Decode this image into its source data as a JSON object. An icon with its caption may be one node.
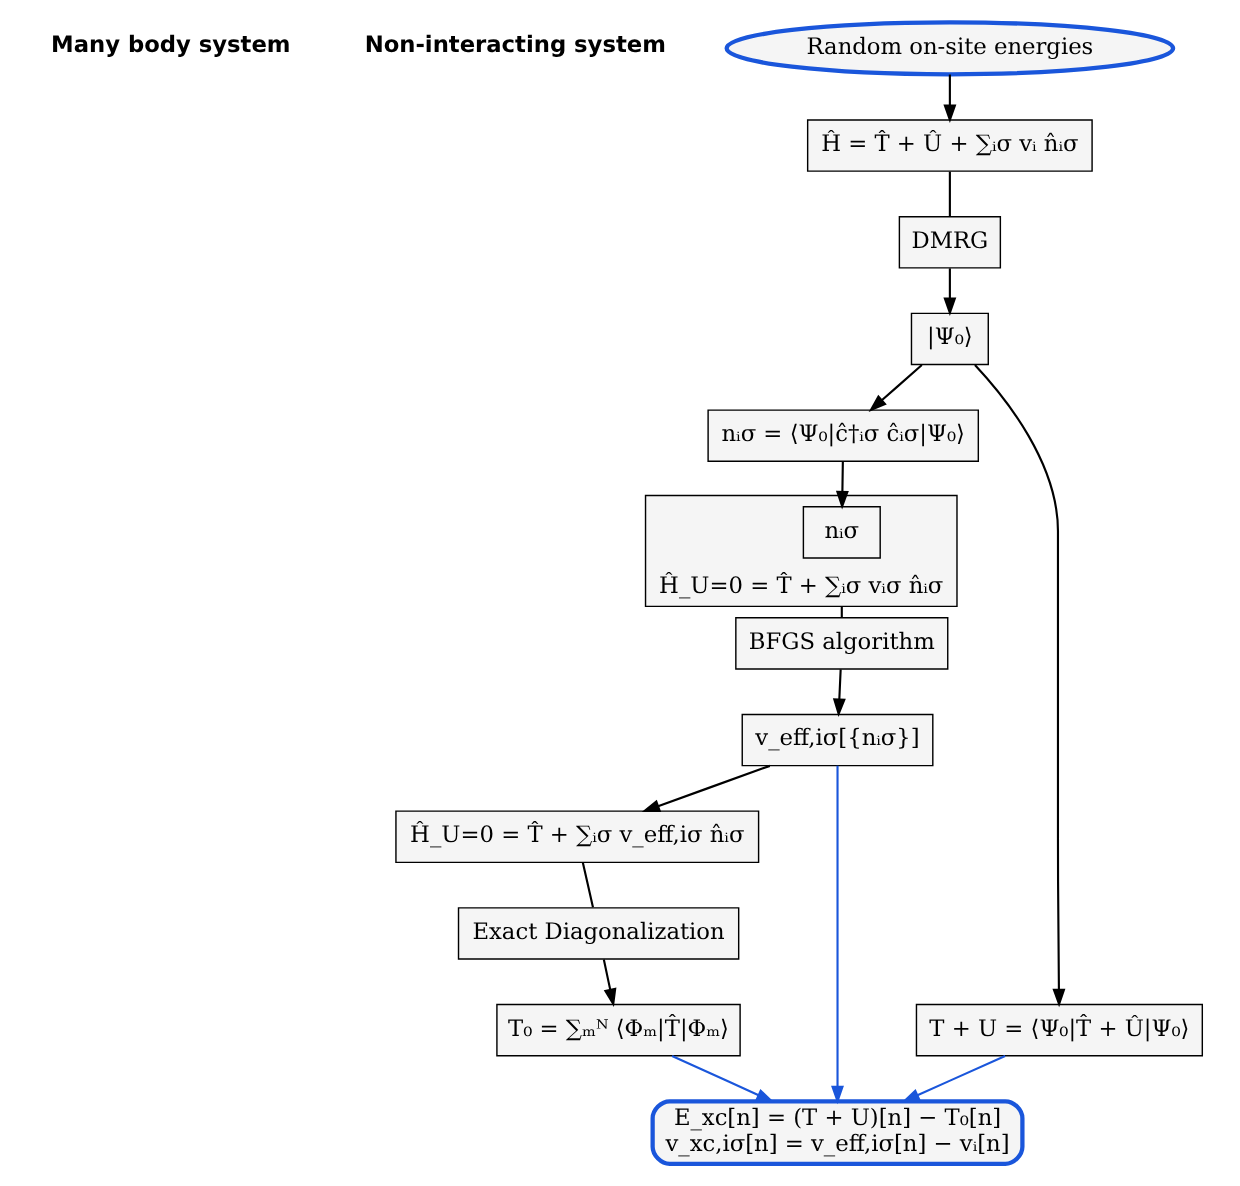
{
  "diagram": {
    "nodes": [
      {
        "text": [
          "Random on-site energies"
        ]
      },
      {
        "text": [
          "Ĥ = T̂ + Û + ∑ᵢσ vᵢ n̂ᵢσ"
        ]
      },
      {
        "text": [
          "DMRG"
        ]
      },
      {
        "text": [
          "|Ψ₀⟩"
        ]
      },
      {
        "text": [
          "nᵢσ = ⟨Ψ₀|ĉ†ᵢσ ĉᵢσ|Ψ₀⟩"
        ]
      },
      {
        "text": [
          "T + U = ⟨Ψ₀|T̂ + Û|Ψ₀⟩"
        ]
      },
      {
        "text": [
          "Ĥ_U=0 = T̂ + ∑ᵢσ vᵢσ n̂ᵢσ"
        ]
      },
      {
        "text": [
          "nᵢσ"
        ],
        "in": 6
      },
      {
        "text": [
          "BFGS algorithm"
        ]
      },
      {
        "text": [
          "v_eff,iσ[{nᵢσ}]"
        ]
      },
      {
        "text": [
          "Ĥ_U=0 = T̂ + ∑ᵢσ v_eff,iσ n̂ᵢσ"
        ]
      },
      {
        "text": [
          "Exact Diagonalization"
        ]
      },
      {
        "text": [
          "T₀ = ∑ₘᴺ ⟨Φₘ|T̂|Φₘ⟩"
        ]
      },
      {
        "text": [
          "E_xc[n] = (T + U)[n] − T₀[n]",
          "v_xc,iσ[n] = v_eff,iσ[n] − vᵢ[n]"
        ]
      }
    ],
    "edges": [
      {
        "from": 0,
        "to": 1,
        "arrow": "to"
      },
      {
        "from": 1,
        "to": 2,
        "arrow": "none"
      },
      {
        "from": 2,
        "to": 3,
        "arrow": "to"
      },
      {
        "from": 3,
        "to": 4,
        "arrow": "to"
      },
      {
        "from": 3,
        "to": 5,
        "arrow": "to"
      },
      {
        "from": 4,
        "to": 7,
        "arrow": "to"
      },
      {
        "from": 6,
        "to": 8,
        "arrow": "none"
      },
      {
        "from": 8,
        "to": 9,
        "arrow": "to"
      },
      {
        "from": 9,
        "to": 10,
        "arrow": "to"
      },
      {
        "from": 10,
        "to": 11,
        "arrow": "none"
      },
      {
        "from": 11,
        "to": 12,
        "arrow": "to"
      },
      {
        "from": 5,
        "to": 13,
        "arrow": "to",
        "color": "#1a56db"
      },
      {
        "from": 9,
        "to": 13,
        "arrow": "to",
        "color": "#1a56db"
      },
      {
        "from": 12,
        "to": 13,
        "arrow": "to",
        "color": "#1a56db"
      }
    ],
    "labels": [
      "Many body system",
      "Non-interacting system"
    ]
  }
}
